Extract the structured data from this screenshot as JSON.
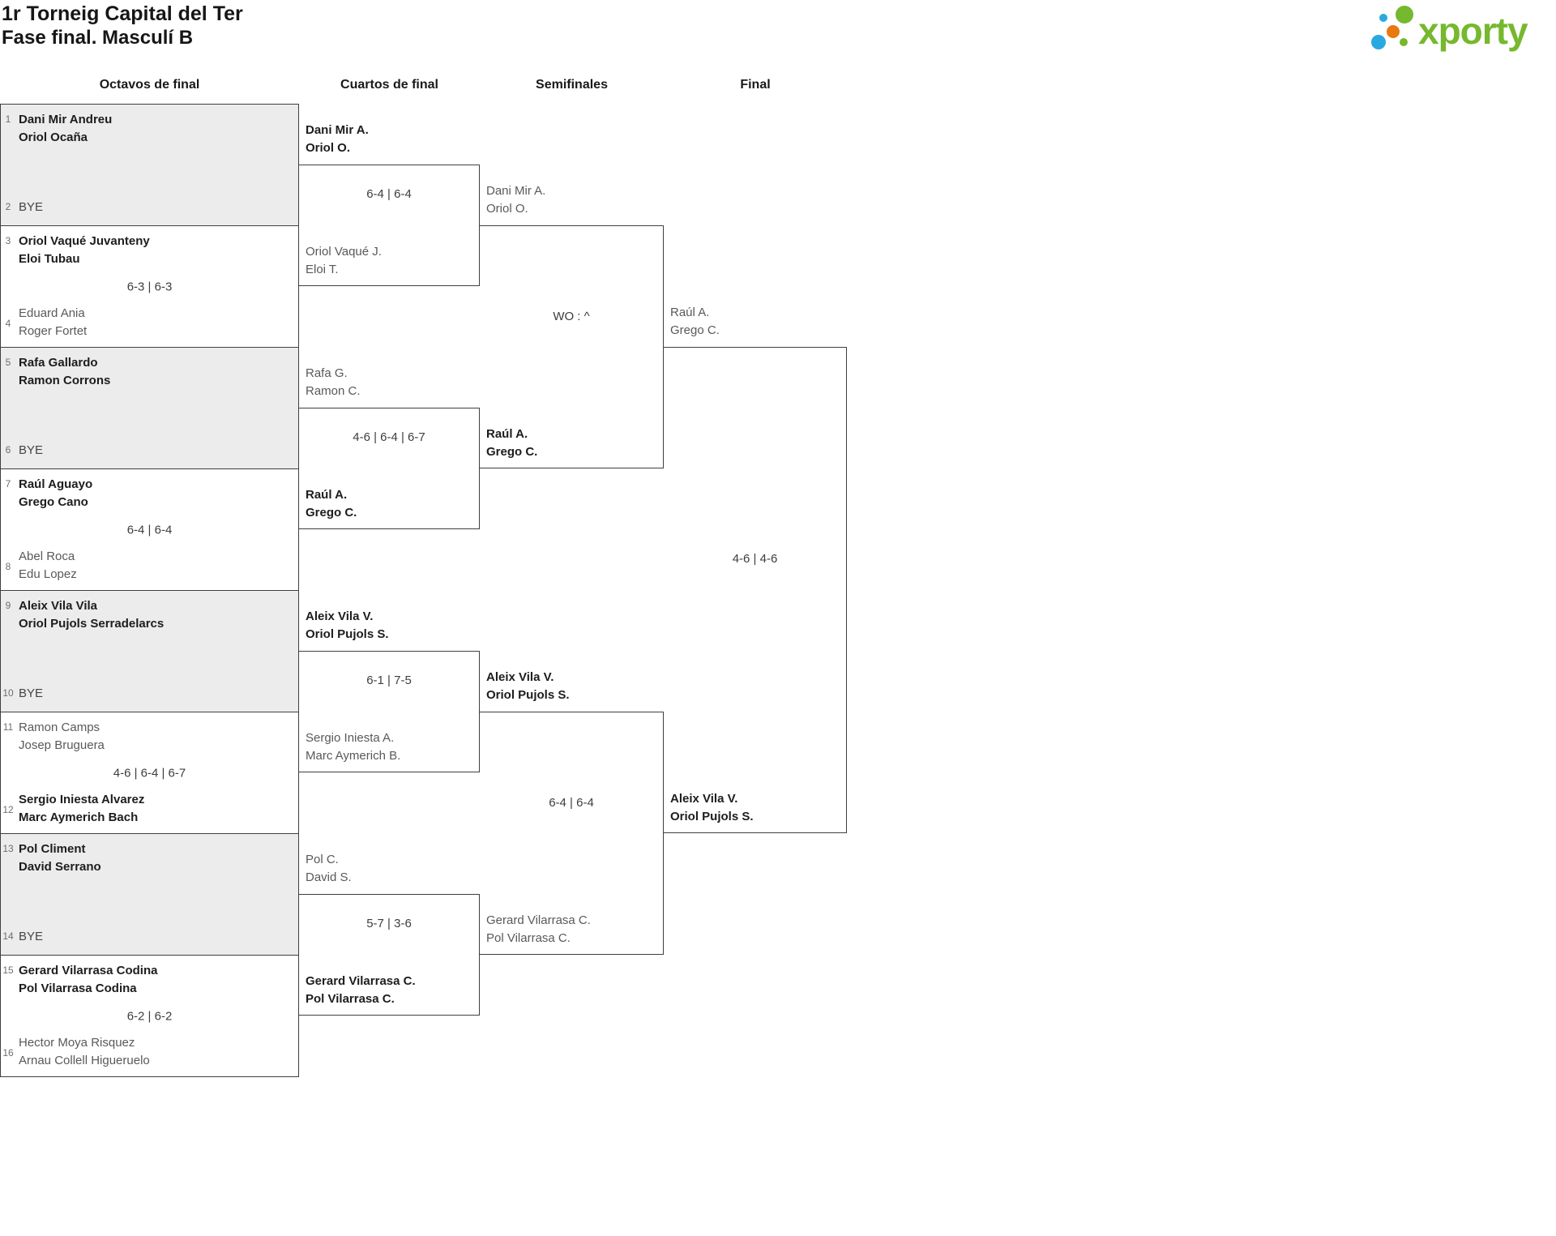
{
  "title": "1r Torneig Capital del Ter",
  "subtitle": "Fase final. Masculí B",
  "brand": {
    "name": "xporty",
    "green": "#76b82e",
    "blue": "#29a9e0",
    "orange": "#e8790f"
  },
  "round_headers": [
    "Octavos de final",
    "Cuartos de final",
    "Semifinales",
    "Final"
  ],
  "r1": [
    {
      "sa": "1",
      "a1": "Dani Mir Andreu",
      "a2": "Oriol Ocaña",
      "sb": "2",
      "b1": "BYE",
      "score": ""
    },
    {
      "sa": "3",
      "a1": "Oriol Vaqué Juvanteny",
      "a2": "Eloi Tubau",
      "sb": "4",
      "b1": "Eduard Ania",
      "b2": "Roger Fortet",
      "score": "6-3 | 6-3"
    },
    {
      "sa": "5",
      "a1": "Rafa Gallardo",
      "a2": "Ramon Corrons",
      "sb": "6",
      "b1": "BYE",
      "score": ""
    },
    {
      "sa": "7",
      "a1": "Raúl Aguayo",
      "a2": "Grego Cano",
      "sb": "8",
      "b1": "Abel Roca",
      "b2": "Edu Lopez",
      "score": "6-4 | 6-4"
    },
    {
      "sa": "9",
      "a1": "Aleix Vila Vila",
      "a2": "Oriol Pujols Serradelarcs",
      "sb": "10",
      "b1": "BYE",
      "score": ""
    },
    {
      "sa": "11",
      "a1": "Ramon Camps",
      "a2": "Josep Bruguera",
      "sb": "12",
      "b1": "Sergio Iniesta Alvarez",
      "b2": "Marc Aymerich Bach",
      "score": "4-6 | 6-4 | 6-7"
    },
    {
      "sa": "13",
      "a1": "Pol Climent",
      "a2": "David Serrano",
      "sb": "14",
      "b1": "BYE",
      "score": ""
    },
    {
      "sa": "15",
      "a1": "Gerard Vilarrasa Codina",
      "a2": "Pol Vilarrasa Codina",
      "sb": "16",
      "b1": "Hector Moya Risquez",
      "b2": "Arnau Collell Higueruelo",
      "score": "6-2 | 6-2"
    }
  ],
  "qf": [
    {
      "a1": "Dani Mir A.",
      "a2": "Oriol O.",
      "b1": "Oriol Vaqué J.",
      "b2": "Eloi T.",
      "score": "6-4 | 6-4"
    },
    {
      "a1": "Rafa G.",
      "a2": "Ramon C.",
      "b1": "Raúl A.",
      "b2": "Grego C.",
      "score": "4-6 | 6-4 | 6-7"
    },
    {
      "a1": "Aleix Vila V.",
      "a2": "Oriol Pujols S.",
      "b1": "Sergio Iniesta A.",
      "b2": "Marc Aymerich B.",
      "score": "6-1 | 7-5"
    },
    {
      "a1": "Pol C.",
      "a2": "David S.",
      "b1": "Gerard Vilarrasa C.",
      "b2": "Pol Vilarrasa C.",
      "score": "5-7 | 3-6"
    }
  ],
  "sf": [
    {
      "a1": "Dani Mir A.",
      "a2": "Oriol O.",
      "b1": "Raúl A.",
      "b2": "Grego C.",
      "score": "WO : ^"
    },
    {
      "a1": "Aleix Vila V.",
      "a2": "Oriol Pujols S.",
      "b1": "Gerard Vilarrasa C.",
      "b2": "Pol Vilarrasa C.",
      "score": "6-4 | 6-4"
    }
  ],
  "f": [
    {
      "a1": "Raúl A.",
      "a2": "Grego C.",
      "b1": "Aleix Vila V.",
      "b2": "Oriol Pujols S.",
      "score": "4-6 | 4-6"
    }
  ]
}
